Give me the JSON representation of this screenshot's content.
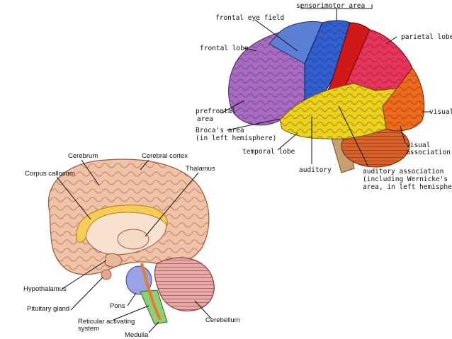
{
  "lateral_view": {
    "labels": {
      "sensorimotor": "sensorimotor area",
      "frontal_eye_field": "frontal eye field",
      "frontal_lobe": "frontal lobe",
      "parietal_lobe": "parietal lobe",
      "prefrontal_1": "prefrontal",
      "prefrontal_2": "area",
      "brocas_1": "Broca's area",
      "brocas_2": "(in left hemisphere)",
      "temporal_lobe": "temporal lobe",
      "auditory": "auditory",
      "visual": "visual",
      "visual_assoc_1": "visual",
      "visual_assoc_2": "association",
      "aud_assoc_1": "auditory association",
      "aud_assoc_2": "(including Wernicke's",
      "aud_assoc_3": "area, in left hemisphere)"
    },
    "colors": {
      "frontal": "#a86bc4",
      "eye_field": "#5c7fd6",
      "motor": "#2f5fd0",
      "sensory": "#d01818",
      "parietal": "#e8345a",
      "temporal": "#ecd21a",
      "occipital": "#f06a1a",
      "cerebellum": "#d9622a",
      "stem": "#c8a070"
    }
  },
  "sagittal_view": {
    "labels": {
      "cerebrum": "Cerebrum",
      "cerebral_cortex": "Cerebral cortex",
      "corpus_callosum": "Corpus callosum",
      "thalamus": "Thalamus",
      "hypothalamus": "Hypothalamus",
      "pituitary": "Pituitary gland",
      "pons": "Pons",
      "reticular_1": "Reticular activating",
      "reticular_2": "system",
      "cerebellum": "Cerebellum",
      "medulla": "Medulla"
    },
    "colors": {
      "cortex": "#f0c2a6",
      "corpus_callosum": "#f5cc55",
      "pons": "#9aa2e6",
      "medulla": "#8ed07a",
      "cerebellum": "#e9a9a9",
      "reticular": "#e87a2a"
    }
  }
}
